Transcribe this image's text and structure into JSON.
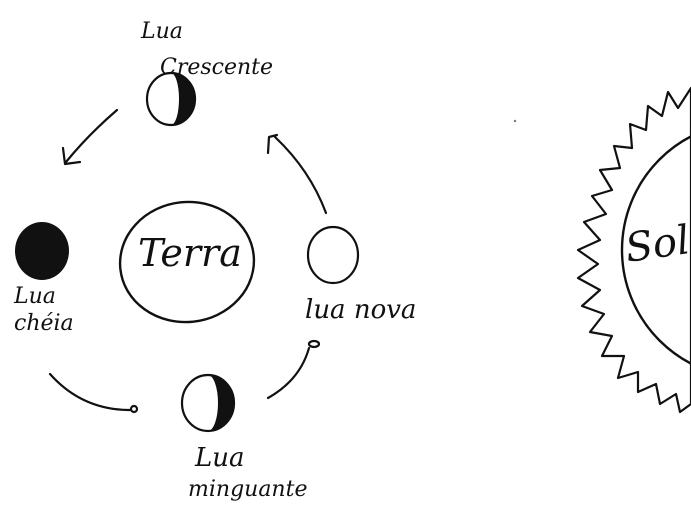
{
  "labels": {
    "earth": "Terra",
    "sun": "Sol",
    "crescent_line1": "Lua",
    "crescent_line2": "Crescente",
    "full_line1": "Lua",
    "full_line2": "chéia",
    "new_moon": "lua nova",
    "waning_line1": "Lua",
    "waning_line2": "minguante"
  },
  "colors": {
    "ink": "#111111",
    "paper": "#ffffff"
  }
}
